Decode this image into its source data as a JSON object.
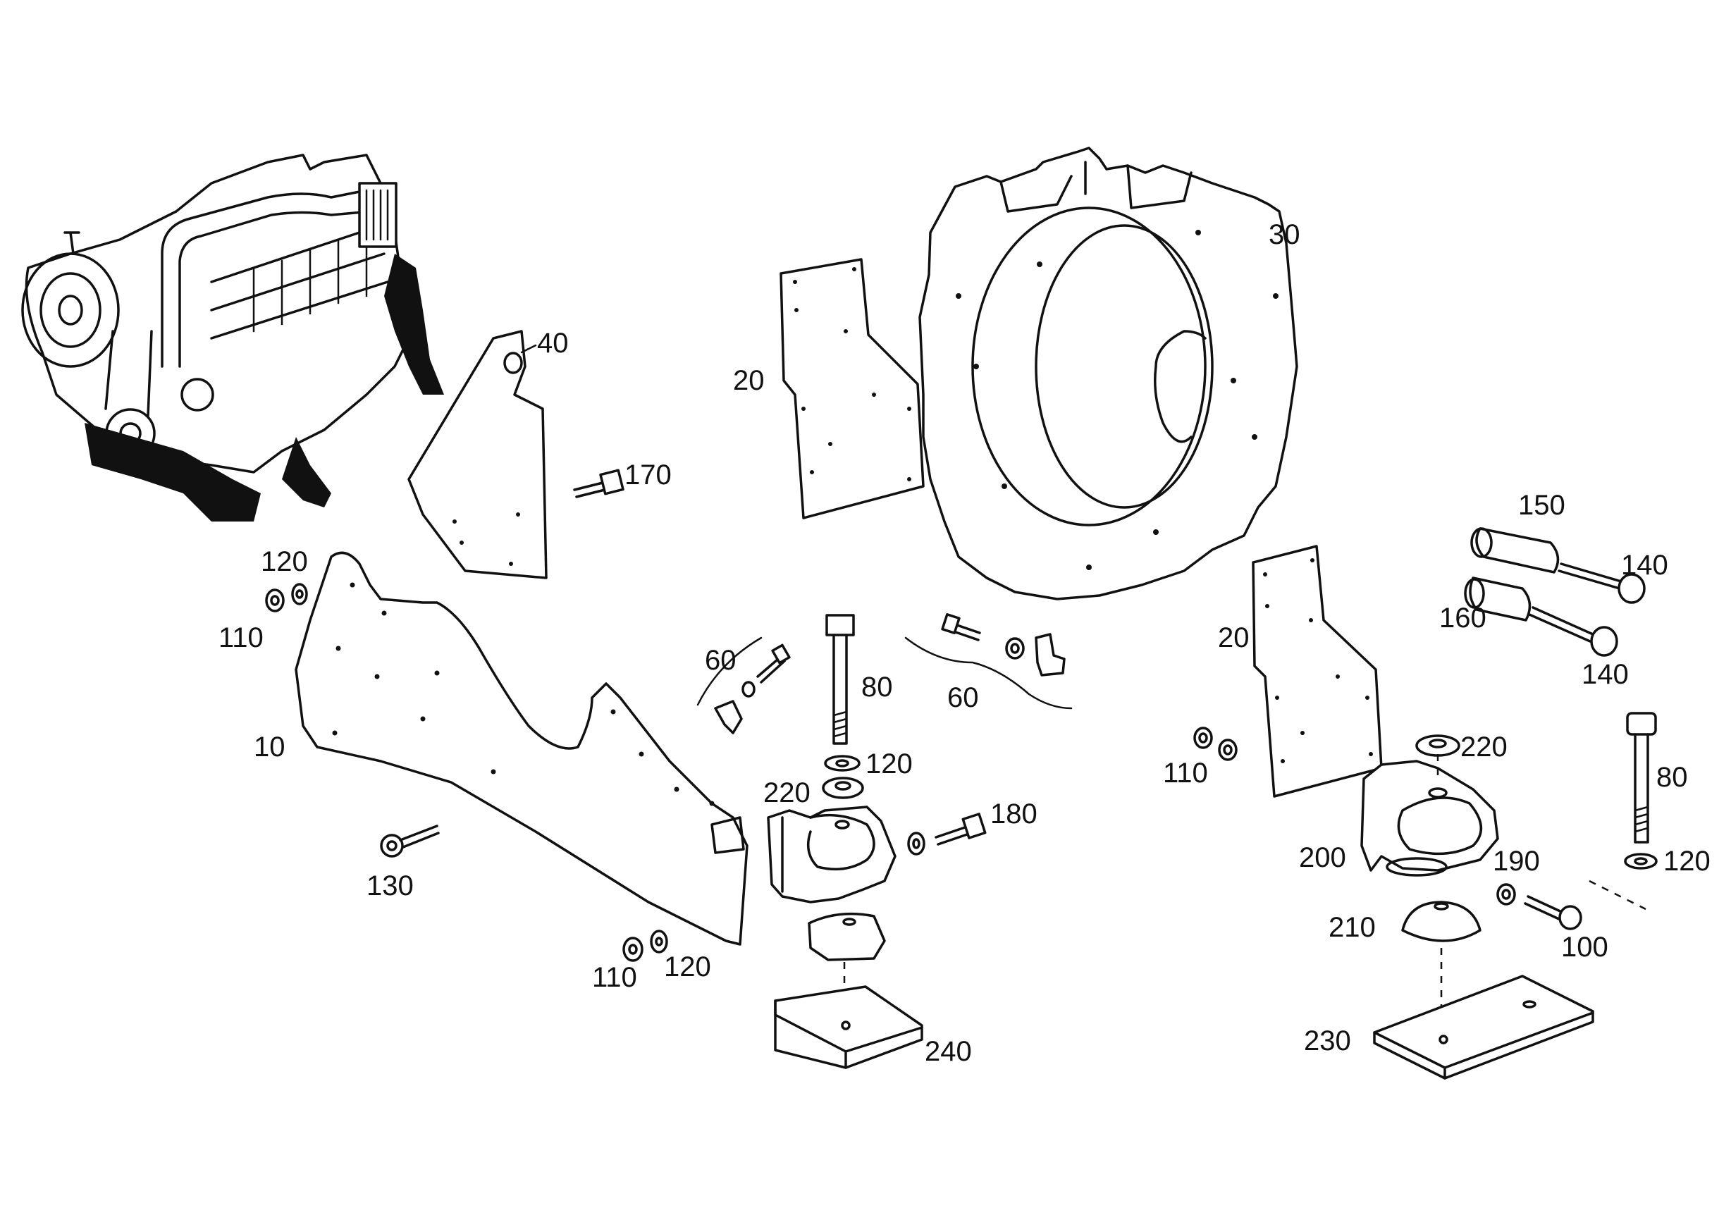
{
  "callouts": {
    "c10": "10",
    "c20a": "20",
    "c20b": "20",
    "c30": "30",
    "c40": "40",
    "c60a": "60",
    "c60b": "60",
    "c80a": "80",
    "c80b": "80",
    "c100": "100",
    "c110a": "110",
    "c110b": "110",
    "c110c": "110",
    "c120a": "120",
    "c120b": "120",
    "c120c": "120",
    "c120d": "120",
    "c130": "130",
    "c140a": "140",
    "c140b": "140",
    "c150": "150",
    "c160": "160",
    "c170": "170",
    "c180": "180",
    "c190": "190",
    "c200": "200",
    "c210": "210",
    "c220a": "220",
    "c220b": "220",
    "c230": "230",
    "c240": "240"
  }
}
